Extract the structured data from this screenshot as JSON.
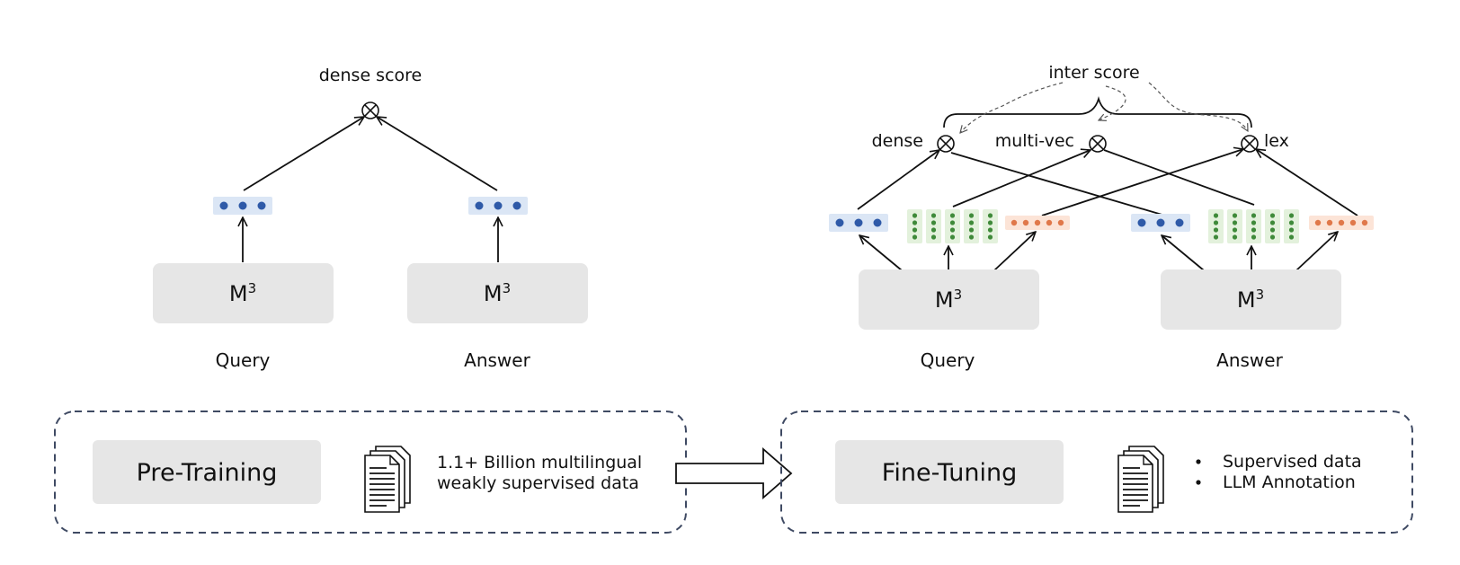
{
  "left_panel": {
    "score_label": "dense score",
    "encoder_label": "M",
    "encoder_sup": "3",
    "query_caption": "Query",
    "answer_caption": "Answer"
  },
  "right_panel": {
    "inter_score_label": "inter score",
    "dense_label": "dense",
    "multivec_label": "multi-vec",
    "lex_label": "lex",
    "encoder_label": "M",
    "encoder_sup": "3",
    "query_caption": "Query",
    "answer_caption": "Answer"
  },
  "pretraining": {
    "stage_label": "Pre-Training",
    "desc_line1": "1.1+ Billion multilingual",
    "desc_line2": "weakly supervised data"
  },
  "finetuning": {
    "stage_label": "Fine-Tuning",
    "bullets": [
      "Supervised data",
      "LLM Annotation"
    ]
  },
  "colors": {
    "dense_fill": "#dbe6f5",
    "dense_dot": "#2f5aa8",
    "multivec_fill": "#e3f1dc",
    "multivec_dot": "#3f8a3a",
    "lex_fill": "#fce4d7",
    "lex_dot": "#e0784a",
    "encoder_fill": "#e6e6e6",
    "dashed_border": "#3f4a63"
  }
}
